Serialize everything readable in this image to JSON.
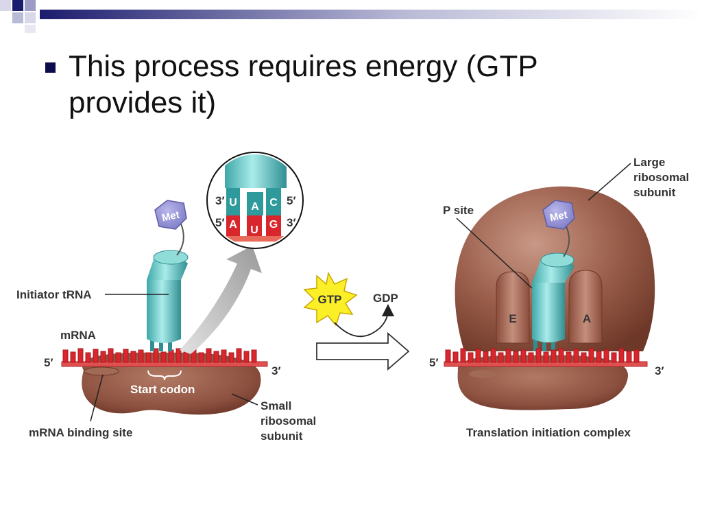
{
  "slide": {
    "bullet_text": "This process requires energy (GTP provides it)"
  },
  "diagram": {
    "left_panel": {
      "labels": {
        "initiator_trna": "Initiator tRNA",
        "mrna": "mRNA",
        "five_prime": "5′",
        "three_prime": "3′",
        "start_codon": "Start codon",
        "mrna_binding_site": "mRNA binding site",
        "small_subunit_line1": "Small",
        "small_subunit_line2": "ribosomal",
        "small_subunit_line3": "subunit",
        "met": "Met"
      },
      "inset": {
        "anticodon_left": "3′",
        "anticodon_right": "5′",
        "anticodon": [
          "U",
          "A",
          "C"
        ],
        "codon_left": "5′",
        "codon_right": "3′",
        "codon": [
          "A",
          "U",
          "G"
        ]
      }
    },
    "energy": {
      "gtp": "GTP",
      "gdp": "GDP"
    },
    "right_panel": {
      "labels": {
        "large_subunit_line1": "Large",
        "large_subunit_line2": "ribosomal",
        "large_subunit_line3": "subunit",
        "p_site": "P site",
        "e_site": "E",
        "a_site": "A",
        "met": "Met",
        "five_prime": "5′",
        "three_prime": "3′",
        "caption": "Translation initiation complex"
      }
    }
  }
}
